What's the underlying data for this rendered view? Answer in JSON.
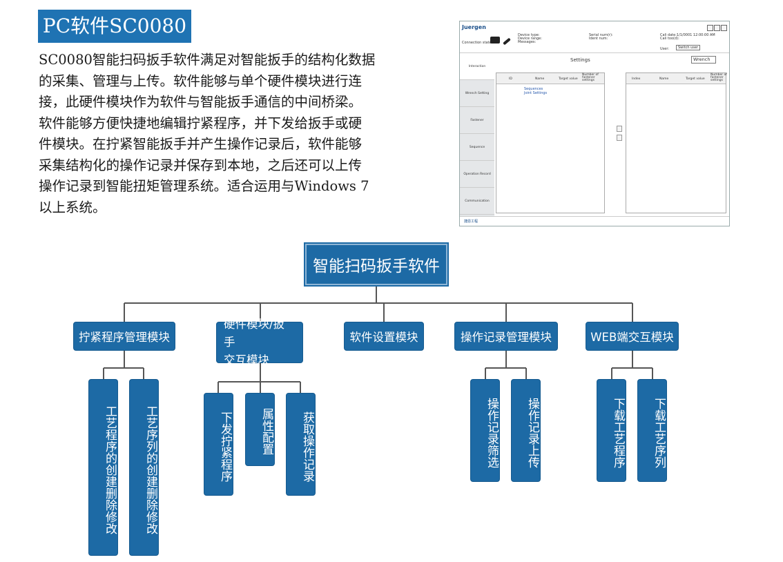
{
  "title": "PC软件SC0080",
  "description_lines": [
    "SC0080智能扫码扳手软件满足对智能扳手的结构化数据",
    "的采集、管理与上传。软件能够与单个硬件模块进行连",
    "接，此硬件模块作为软件与智能扳手通信的中间桥梁。",
    "软件能够方便快捷地编辑拧紧程序，并下发给扳手或硬",
    "件模块。在拧紧智能扳手并产生操作记录后，软件能够",
    "采集结构化的操作记录并保存到本地，之后还可以上传",
    "操作记录到智能扭矩管理系统。适合运用与Windows 7",
    "以上系统。"
  ],
  "app": {
    "logo": "Juergen",
    "connection_state": "Connection state:",
    "device_info": [
      "Device type:",
      "Device range:",
      "Messages:"
    ],
    "serial_info": [
      "Serial num(r):",
      "Ident num:"
    ],
    "calib_info": [
      "Cali date:1/1/0001 12:00:00 AM",
      "Cali too(d):"
    ],
    "user_label": "User:",
    "switch_user": "Switch user",
    "settings_label": "Settings",
    "wrench_select": "Wrench",
    "sidebar": [
      "Interaction",
      "Wrench Setting",
      "Fastener",
      "Sequence",
      "Operation Record",
      "Communication"
    ],
    "left_columns": [
      "ID",
      "Name",
      "Target value",
      "Number of fastener settings"
    ],
    "right_columns": [
      "Index",
      "Name",
      "Target value",
      "Number of fastener settings"
    ],
    "tree": [
      "Sequences",
      "Joint Settings"
    ],
    "footer_brand": "捷恩工程"
  },
  "diagram": {
    "root": "智能扫码扳手软件",
    "modules": [
      {
        "label": "拧紧程序管理模块",
        "children": [
          "工艺程序的创建删除修改",
          "工艺序列的创建删除修改"
        ]
      },
      {
        "label": "硬件模块/扳手交互模块",
        "label_lines": [
          "硬件模块/扳手",
          "交互模块"
        ],
        "children": [
          "下发拧紧程序",
          "属性配置",
          "获取操作记录"
        ]
      },
      {
        "label": "软件设置模块",
        "children": []
      },
      {
        "label": "操作记录管理模块",
        "children": [
          "操作记录筛选",
          "操作记录上传"
        ]
      },
      {
        "label": "WEB端交互模块",
        "children": [
          "下载工艺程序",
          "下载工艺序列"
        ]
      }
    ]
  }
}
